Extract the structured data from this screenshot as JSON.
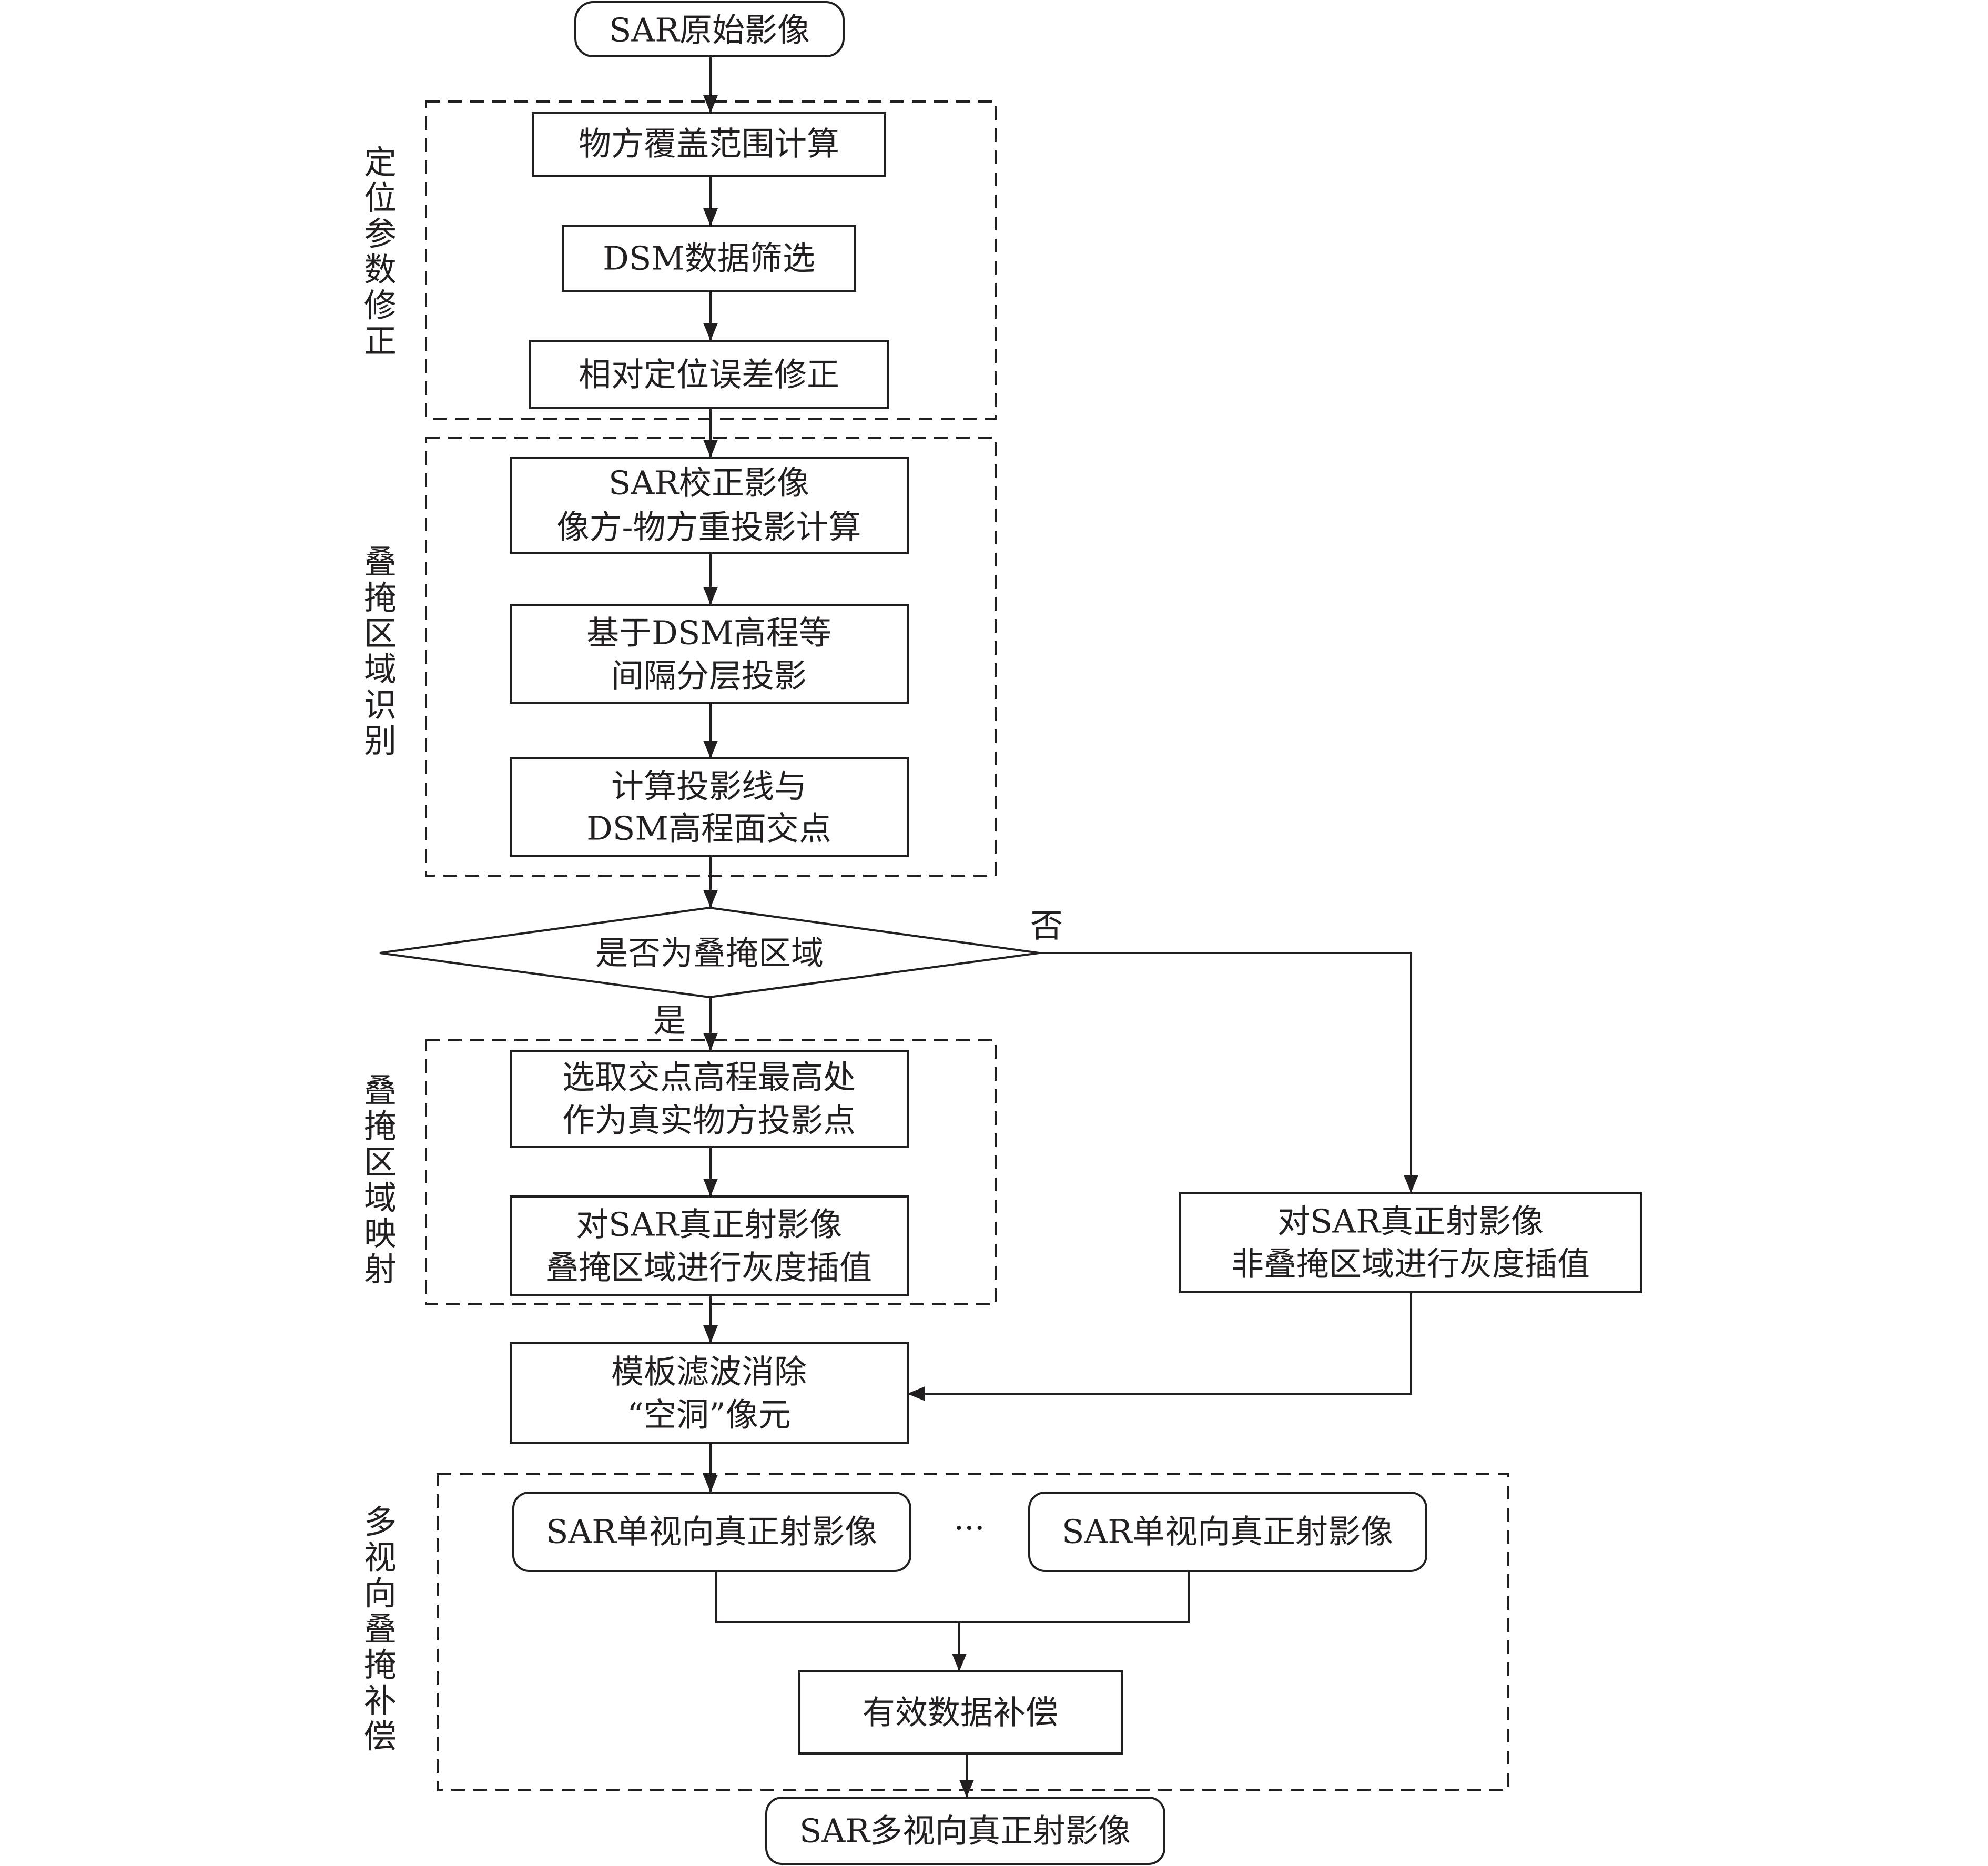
{
  "nodes": {
    "start": "SAR原始影像",
    "coverage": "物方覆盖范围计算",
    "dsm_filter": "DSM数据筛选",
    "rel_correct": "相对定位误差修正",
    "reproj_1": "SAR校正影像",
    "reproj_2": "像方-物方重投影计算",
    "layer_1": "基于DSM高程等",
    "layer_2": "间隔分层投影",
    "intersect_1": "计算投影线与",
    "intersect_2": "DSM高程面交点",
    "decision": "是否为叠掩区域",
    "select_1": "选取交点高程最高处",
    "select_2": "作为真实物方投影点",
    "interp_1": "对SAR真正射影像",
    "interp_2": "叠掩区域进行灰度插值",
    "interp_no_1": "对SAR真正射影像",
    "interp_no_2": "非叠掩区域进行灰度插值",
    "filter_1": "模板滤波消除",
    "filter_2": "“空洞”像元",
    "single_a": "SAR单视向真正射影像",
    "ellipsis": "···",
    "single_b": "SAR单视向真正射影像",
    "compensate": "有效数据补偿",
    "end": "SAR多视向真正射影像"
  },
  "edge_labels": {
    "yes": "是",
    "no": "否"
  },
  "groups": {
    "g1": [
      "定",
      "位",
      "参",
      "数",
      "修",
      "正"
    ],
    "g2": [
      "叠",
      "掩",
      "区",
      "域",
      "识",
      "别"
    ],
    "g3": [
      "叠",
      "掩",
      "区",
      "域",
      "映",
      "射"
    ],
    "g4": [
      "多",
      "视",
      "向",
      "叠",
      "掩",
      "补",
      "偿"
    ]
  }
}
